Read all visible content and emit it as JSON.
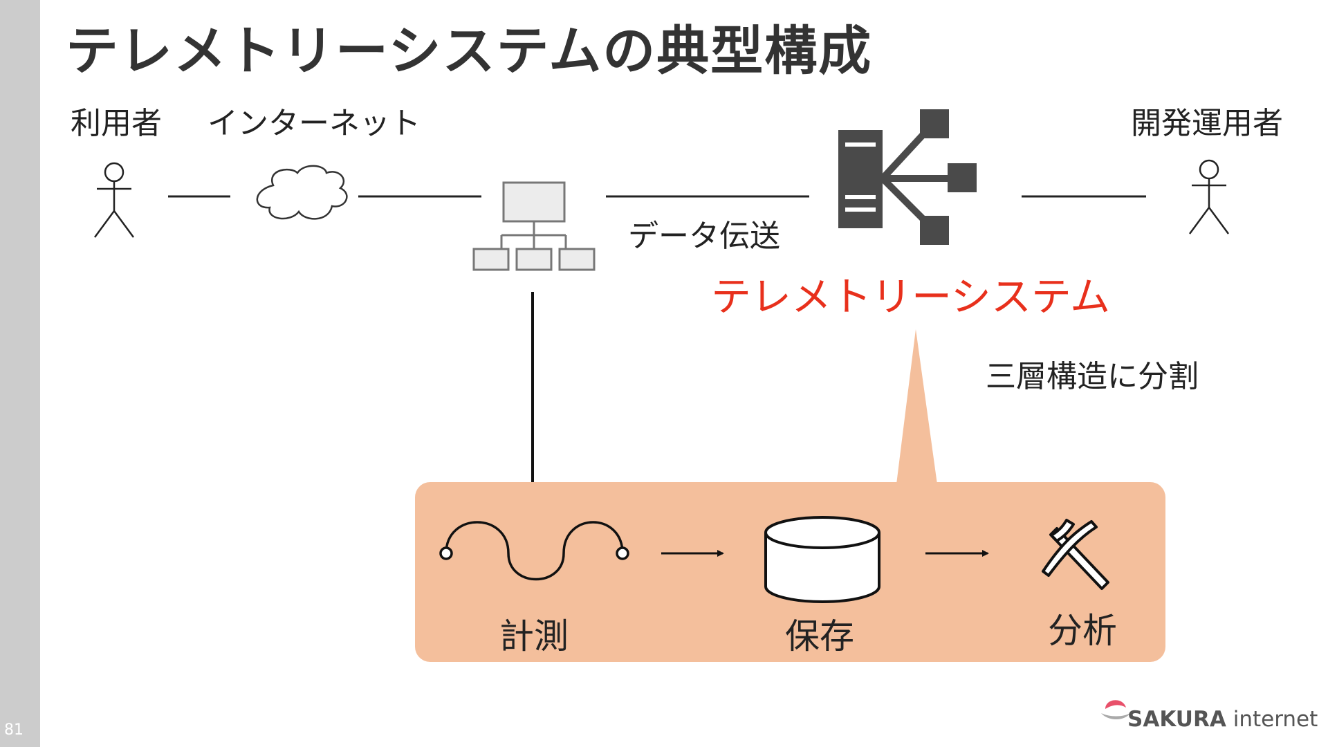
{
  "slide": {
    "title": "テレメトリーシステムの典型構成",
    "page_number": "81"
  },
  "actors": {
    "user": "利用者",
    "internet": "インターネット",
    "devops": "開発運用者"
  },
  "edges": {
    "data_transfer": "データ伝送"
  },
  "telemetry": {
    "label": "テレメトリーシステム",
    "color": "#e8301c",
    "split_note": "三層構造に分割"
  },
  "pipeline": {
    "panel_color": "#f4bf9c",
    "stages": [
      {
        "label": "計測",
        "icon": "wave-sensor-icon"
      },
      {
        "label": "保存",
        "icon": "database-cylinder-icon"
      },
      {
        "label": "分析",
        "icon": "pickaxe-icon"
      }
    ]
  },
  "logo": {
    "brand": "SAKURA",
    "suffix": "internet",
    "accent_color": "#e8506a"
  }
}
